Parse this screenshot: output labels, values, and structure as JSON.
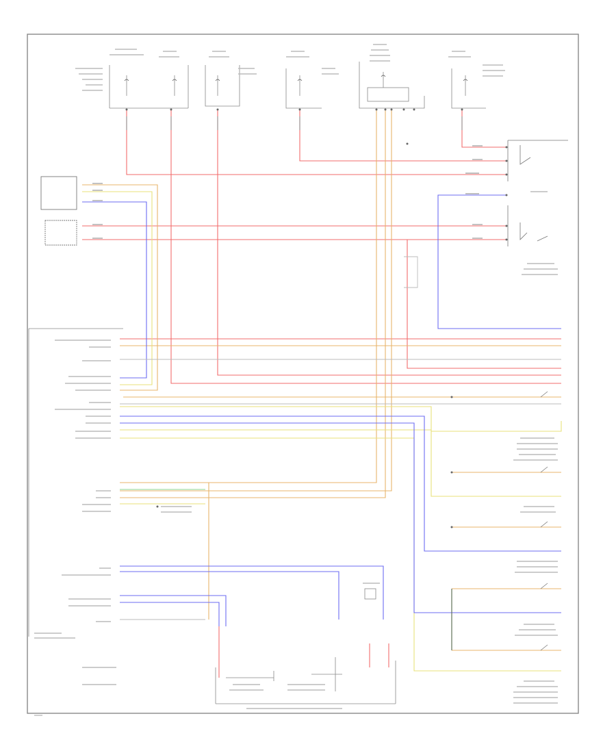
{
  "diagram": {
    "page_label": "",
    "footer_label": "",
    "module_label": "",
    "notes": [],
    "colors": {
      "red": "#f26b6b",
      "blue": "#6b6bf2",
      "yellow": "#e8e27a",
      "green": "#8fd68f",
      "orange": "#e8b46b",
      "gray": "#bbbbbb",
      "frame": "#888888",
      "fuse_ink": "#555555"
    },
    "fuse_boxes": 6,
    "switches": 7,
    "connector_pins": 48
  }
}
